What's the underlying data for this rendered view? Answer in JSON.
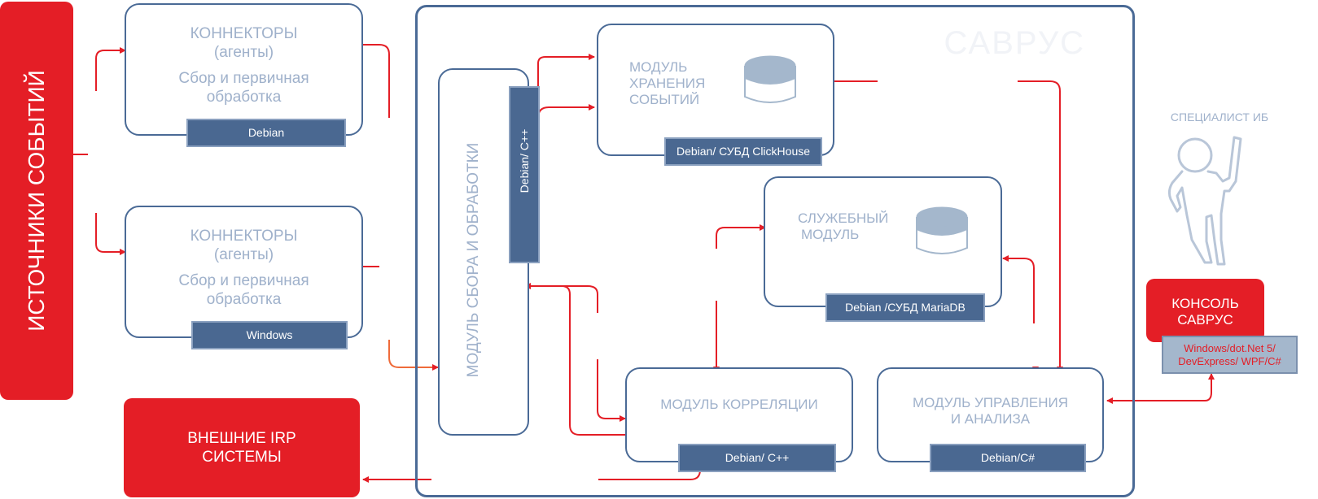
{
  "sources": {
    "label": "ИСТОЧНИКИ СОБЫТИЙ"
  },
  "connector1": {
    "title": "КОННЕКТОРЫ",
    "subtitle": "(агенты)",
    "desc1": "Сбор и первичная",
    "desc2": "обработка",
    "os": "Debian"
  },
  "connector2": {
    "title": "КОННЕКТОРЫ",
    "subtitle": "(агенты)",
    "desc1": "Сбор и первичная",
    "desc2": "обработка",
    "os": "Windows"
  },
  "irp": {
    "line1": "ВНЕШНИЕ IRP",
    "line2": "СИСТЕМЫ"
  },
  "savrus": {
    "label": "САВРУС"
  },
  "collector": {
    "label": "МОДУЛЬ СБОРА И ОБРАБОТКИ",
    "os": "Debian/ C++"
  },
  "storage": {
    "line1": "МОДУЛЬ",
    "line2": "ХРАНЕНИЯ",
    "line3": "СОБЫТИЙ",
    "os": "Debian/ СУБД ClickHouse"
  },
  "service": {
    "line1": "СЛУЖЕБНЫЙ",
    "line2": "МОДУЛЬ",
    "os": "Debian /СУБД MariaDB"
  },
  "correlation": {
    "label": "МОДУЛЬ КОРРЕЛЯЦИИ",
    "os": "Debian/ C++"
  },
  "management": {
    "line1": "МОДУЛЬ УПРАВЛЕНИЯ",
    "line2": "И АНАЛИЗА",
    "os": "Debian/C#"
  },
  "specialist": {
    "label": "СПЕЦИАЛИСТ ИБ"
  },
  "console": {
    "line1": "КОНСОЛЬ",
    "line2": "САВРУС",
    "tech1": "Windows/dot.Net 5/",
    "tech2": "DevExpress/ WPF/C#"
  },
  "colors": {
    "red": "#e41e26",
    "navy": "#4a6891",
    "border": "#4a6a96",
    "label": "#9fb1cb"
  }
}
